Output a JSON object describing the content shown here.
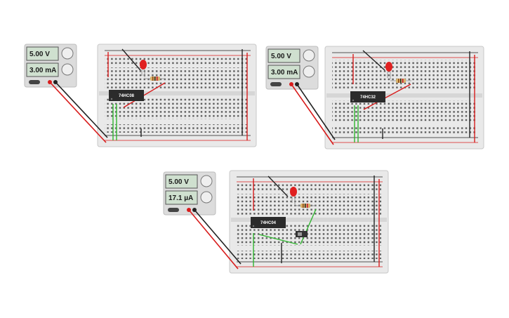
{
  "circuits": [
    {
      "name": "circuit-and",
      "supply": {
        "voltage": "5.00 V",
        "current": "3.00 mA"
      },
      "chip": "74HC08"
    },
    {
      "name": "circuit-or",
      "supply": {
        "voltage": "5.00 V",
        "current": "3.00 mA"
      },
      "chip": "74HC32"
    },
    {
      "name": "circuit-not",
      "supply": {
        "voltage": "5.00 V",
        "current": "17.1 µA"
      },
      "chip": "74HC04"
    }
  ],
  "colors": {
    "red_wire": "#d81c1c",
    "black_wire": "#222222",
    "green_wire": "#2fb52f",
    "board": "#e9e9e9",
    "chip": "#2b2b2b"
  },
  "icons": [
    "knob-icon",
    "power-switch-icon",
    "led-icon",
    "resistor-icon",
    "switch-icon"
  ]
}
